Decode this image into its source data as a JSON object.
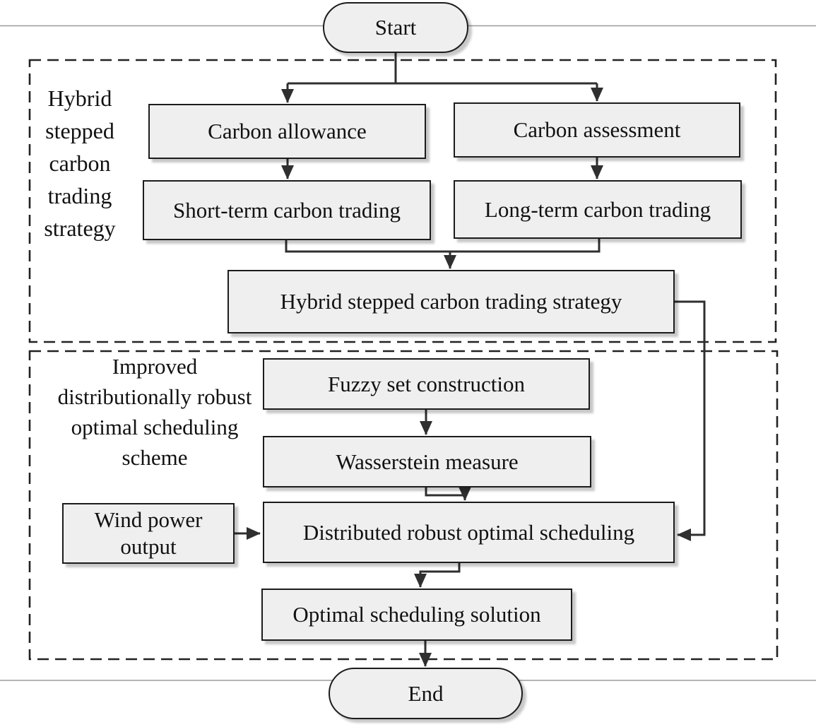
{
  "figure": {
    "type": "flowchart",
    "nodes": {
      "start": "Start",
      "carbon_allowance": "Carbon allowance",
      "carbon_assessment": "Carbon assessment",
      "short_term_trading": "Short-term carbon trading",
      "long_term_trading": "Long-term carbon trading",
      "hybrid_strategy": "Hybrid stepped carbon trading strategy",
      "fuzzy_set": "Fuzzy set construction",
      "wasserstein": "Wasserstein measure",
      "wind_power": "Wind power output",
      "distributed_scheduling": "Distributed robust optimal scheduling",
      "optimal_solution": "Optimal scheduling solution",
      "end": "End"
    },
    "group_labels": {
      "top": "Hybrid stepped carbon trading strategy",
      "bottom": "Improved distributionally robust optimal scheduling scheme"
    },
    "edges": [
      "start -> carbon_allowance",
      "start -> carbon_assessment",
      "carbon_allowance -> short_term_trading",
      "carbon_assessment -> long_term_trading",
      "short_term_trading -> hybrid_strategy",
      "long_term_trading -> hybrid_strategy",
      "hybrid_strategy -> distributed_scheduling",
      "fuzzy_set -> wasserstein",
      "wasserstein -> distributed_scheduling",
      "wind_power -> distributed_scheduling",
      "distributed_scheduling -> optimal_solution",
      "optimal_solution -> end"
    ],
    "colors": {
      "node_fill": "#efefef",
      "node_border": "#1c1c1c",
      "connector": "#2f2f2f",
      "dashed_border": "#222222",
      "rule_line": "#9b9b9b",
      "text_color": "#111111"
    }
  }
}
